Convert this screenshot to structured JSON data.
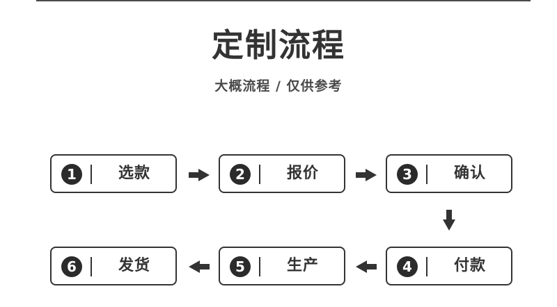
{
  "header": {
    "title": "定制流程",
    "subtitle": "大概流程 / 仅供参考"
  },
  "steps": [
    {
      "number": "1",
      "label": "选款"
    },
    {
      "number": "2",
      "label": "报价"
    },
    {
      "number": "3",
      "label": "确认"
    },
    {
      "number": "4",
      "label": "付款"
    },
    {
      "number": "5",
      "label": "生产"
    },
    {
      "number": "6",
      "label": "发货"
    }
  ],
  "colors": {
    "ink": "#333333",
    "badge": "#2b2b2b",
    "background": "#ffffff"
  }
}
